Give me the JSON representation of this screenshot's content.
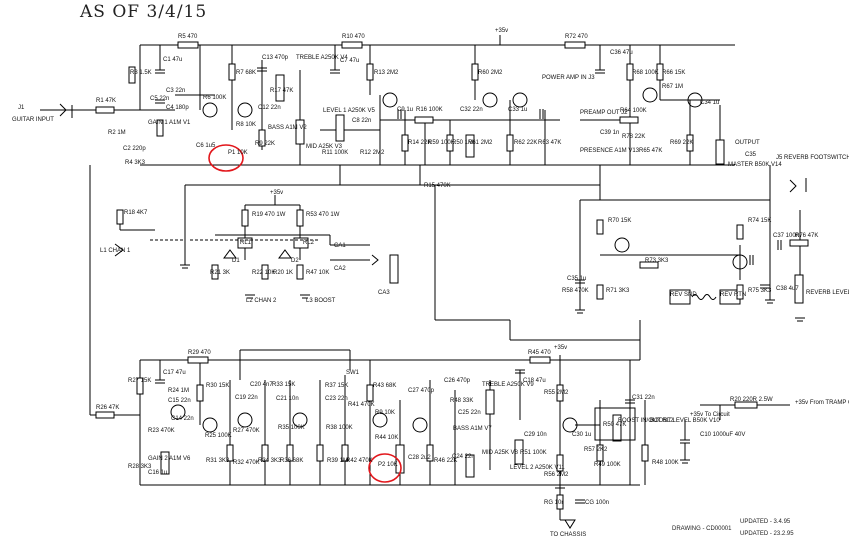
{
  "header": {
    "handwritten": "AS OF 3/4/15"
  },
  "footer": {
    "drawing": "DRAWING - CD00001",
    "updated_1": "UPDATED - 3.4.95",
    "updated_2": "UPDATED - 23.2.95"
  },
  "labels": [
    {
      "id": "j1",
      "text": "J1"
    },
    {
      "id": "guitar-input",
      "text": "GUITAR INPUT"
    },
    {
      "id": "r1",
      "text": "R1 47K"
    },
    {
      "id": "r2",
      "text": "R2 1M"
    },
    {
      "id": "r3",
      "text": "R3 1.5K"
    },
    {
      "id": "c1",
      "text": "C1 47u"
    },
    {
      "id": "c2",
      "text": "C2 220p"
    },
    {
      "id": "c3",
      "text": "C3 22n"
    },
    {
      "id": "c4",
      "text": "C4 180p"
    },
    {
      "id": "c5",
      "text": "C5 22n"
    },
    {
      "id": "r4",
      "text": "R4 3K3"
    },
    {
      "id": "gain1",
      "text": "GAIN 1 A1M V1"
    },
    {
      "id": "r5",
      "text": "R5 470"
    },
    {
      "id": "r6",
      "text": "R6 100K"
    },
    {
      "id": "r7",
      "text": "R7 68K"
    },
    {
      "id": "r8",
      "text": "R8 10K"
    },
    {
      "id": "c6",
      "text": "C6 1u5"
    },
    {
      "id": "p1",
      "text": "P1 10K"
    },
    {
      "id": "c13",
      "text": "C13 470p"
    },
    {
      "id": "r17",
      "text": "R17 47K"
    },
    {
      "id": "c12",
      "text": "C12 22n"
    },
    {
      "id": "treble",
      "text": "TREBLE A250K V4"
    },
    {
      "id": "bass",
      "text": "BASS A1M V2"
    },
    {
      "id": "r9",
      "text": "R9 22K"
    },
    {
      "id": "mid",
      "text": "MID A25K V3"
    },
    {
      "id": "r10",
      "text": "R10 470"
    },
    {
      "id": "c7",
      "text": "C7 47u"
    },
    {
      "id": "r13",
      "text": "R13 2M2"
    },
    {
      "id": "level1",
      "text": "LEVEL 1 A250K V5"
    },
    {
      "id": "c8",
      "text": "C8 22n"
    },
    {
      "id": "r11",
      "text": "R11 100K"
    },
    {
      "id": "r12",
      "text": "R12 2M2"
    },
    {
      "id": "c9",
      "text": "C9 1u"
    },
    {
      "id": "r16",
      "text": "R16 100K"
    },
    {
      "id": "r14",
      "text": "R14 22K"
    },
    {
      "id": "r59",
      "text": "R59 100K"
    },
    {
      "id": "r50",
      "text": "R50 1M"
    },
    {
      "id": "r60",
      "text": "R60 2M2"
    },
    {
      "id": "c32",
      "text": "C32 22n"
    },
    {
      "id": "r61",
      "text": "R61 2M2"
    },
    {
      "id": "v35",
      "text": "+35v"
    },
    {
      "id": "c33",
      "text": "C33 1u"
    },
    {
      "id": "r62",
      "text": "R62 22K"
    },
    {
      "id": "r63",
      "text": "R63 47K"
    },
    {
      "id": "r72",
      "text": "R72 470"
    },
    {
      "id": "c36",
      "text": "C36 47u"
    },
    {
      "id": "power-amp-in",
      "text": "POWER AMP IN J3"
    },
    {
      "id": "preamp-out",
      "text": "PREAMP OUT J2"
    },
    {
      "id": "r68",
      "text": "R68 100K"
    },
    {
      "id": "r64",
      "text": "R64 100K"
    },
    {
      "id": "c39",
      "text": "C39 1n"
    },
    {
      "id": "r78",
      "text": "R78 22K"
    },
    {
      "id": "presence",
      "text": "PRESENCE A1M V13"
    },
    {
      "id": "r65",
      "text": "R65 47K"
    },
    {
      "id": "r66",
      "text": "R66 15K"
    },
    {
      "id": "r67",
      "text": "R67 1M"
    },
    {
      "id": "c34",
      "text": "C34 1u"
    },
    {
      "id": "r69",
      "text": "R69 22K"
    },
    {
      "id": "output",
      "text": "OUTPUT"
    },
    {
      "id": "c35",
      "text": "C35"
    },
    {
      "id": "master",
      "text": "MASTER B50K V14"
    },
    {
      "id": "j5",
      "text": "J5 REVERB FOOTSWITCH"
    },
    {
      "id": "r15",
      "text": "R15 470K"
    },
    {
      "id": "v35-2",
      "text": "+35v"
    },
    {
      "id": "r18",
      "text": "R18 4K7"
    },
    {
      "id": "l1",
      "text": "L1 CHAN 1"
    },
    {
      "id": "r19",
      "text": "R19 470 1W"
    },
    {
      "id": "r53",
      "text": "R53 470 1W"
    },
    {
      "id": "rl1",
      "text": "RL1"
    },
    {
      "id": "rl2",
      "text": "RL2"
    },
    {
      "id": "d1",
      "text": "D1"
    },
    {
      "id": "d2",
      "text": "D2"
    },
    {
      "id": "ca1",
      "text": "CA1"
    },
    {
      "id": "ca2",
      "text": "CA2"
    },
    {
      "id": "ca3",
      "text": "CA3"
    },
    {
      "id": "r21",
      "text": "R21 3K"
    },
    {
      "id": "r22",
      "text": "R22 10K"
    },
    {
      "id": "r20",
      "text": "R20 1K"
    },
    {
      "id": "r47",
      "text": "R47 10K"
    },
    {
      "id": "l2",
      "text": "L2 CHAN 2"
    },
    {
      "id": "l3",
      "text": "L3 BOOST"
    },
    {
      "id": "r70",
      "text": "R70 15K"
    },
    {
      "id": "r74",
      "text": "R74 15K"
    },
    {
      "id": "r73",
      "text": "R73 3K3"
    },
    {
      "id": "c37",
      "text": "C37 100n"
    },
    {
      "id": "r76",
      "text": "R76 47K"
    },
    {
      "id": "r58",
      "text": "R58 470K"
    },
    {
      "id": "c35b",
      "text": "C35 1u"
    },
    {
      "id": "r71",
      "text": "R71 3K3"
    },
    {
      "id": "rev-snd",
      "text": "REV SND"
    },
    {
      "id": "rev-rtn",
      "text": "REV RTN"
    },
    {
      "id": "r75",
      "text": "R75 3K3"
    },
    {
      "id": "c38",
      "text": "C38 4u7"
    },
    {
      "id": "reverb-level",
      "text": "REVERB LEVEL B50K V12"
    },
    {
      "id": "r29",
      "text": "R29 470"
    },
    {
      "id": "r27",
      "text": "R27 15K"
    },
    {
      "id": "c17",
      "text": "C17 47u"
    },
    {
      "id": "r24",
      "text": "R24 1M"
    },
    {
      "id": "r26",
      "text": "R26 47K"
    },
    {
      "id": "c15",
      "text": "C15 22n"
    },
    {
      "id": "r23",
      "text": "R23 470K"
    },
    {
      "id": "c14",
      "text": "C14 22n"
    },
    {
      "id": "gain2",
      "text": "GAIN 2 A1M V6"
    },
    {
      "id": "r28",
      "text": "R28 3K3"
    },
    {
      "id": "c16",
      "text": "C16 1u"
    },
    {
      "id": "r25",
      "text": "R25 100K"
    },
    {
      "id": "r30",
      "text": "R30 15K"
    },
    {
      "id": "r31",
      "text": "R31 3K3"
    },
    {
      "id": "c19",
      "text": "C19 22n"
    },
    {
      "id": "r27b",
      "text": "R27 470K"
    },
    {
      "id": "c20",
      "text": "C20 4n7"
    },
    {
      "id": "r32",
      "text": "R32 470K"
    },
    {
      "id": "r33",
      "text": "R33 15K"
    },
    {
      "id": "c21",
      "text": "C21 10n"
    },
    {
      "id": "r35",
      "text": "R35 100K"
    },
    {
      "id": "r34",
      "text": "R34 3K3"
    },
    {
      "id": "r36",
      "text": "R36 68K"
    },
    {
      "id": "r37",
      "text": "R37 15K"
    },
    {
      "id": "c23",
      "text": "C23 22n"
    },
    {
      "id": "r38",
      "text": "R38 100K"
    },
    {
      "id": "r39",
      "text": "R39 1M"
    },
    {
      "id": "sw1",
      "text": "SW1"
    },
    {
      "id": "r41",
      "text": "R41 470K"
    },
    {
      "id": "r42",
      "text": "R42 470K"
    },
    {
      "id": "r43",
      "text": "R43 68K"
    },
    {
      "id": "r9b",
      "text": "R9 10K"
    },
    {
      "id": "c27",
      "text": "C27 470p"
    },
    {
      "id": "r44",
      "text": "R44 10K"
    },
    {
      "id": "p2",
      "text": "P2 10K"
    },
    {
      "id": "c28",
      "text": "C28 2u2"
    },
    {
      "id": "r46",
      "text": "R46 22K"
    },
    {
      "id": "c26",
      "text": "C26 470p"
    },
    {
      "id": "r48",
      "text": "R48 33K"
    },
    {
      "id": "treble2",
      "text": "TREBLE A250K V9"
    },
    {
      "id": "bass2",
      "text": "BASS A1M V7"
    },
    {
      "id": "c25",
      "text": "C25 22n"
    },
    {
      "id": "c24",
      "text": "C24 22n"
    },
    {
      "id": "mid2",
      "text": "MID A25K V8"
    },
    {
      "id": "r45",
      "text": "R45 470"
    },
    {
      "id": "v35-3",
      "text": "+35v"
    },
    {
      "id": "c18",
      "text": "C18 47u"
    },
    {
      "id": "r55",
      "text": "R55 2M2"
    },
    {
      "id": "c29",
      "text": "C29 10n"
    },
    {
      "id": "r51",
      "text": "R51 100K"
    },
    {
      "id": "level2",
      "text": "LEVEL 2 A250K V11"
    },
    {
      "id": "r56",
      "text": "R56 2M2"
    },
    {
      "id": "c30",
      "text": "C30 1u"
    },
    {
      "id": "r57",
      "text": "R57 2K2"
    },
    {
      "id": "r49",
      "text": "R49 100K"
    },
    {
      "id": "r50b",
      "text": "R50 47K"
    },
    {
      "id": "boost-level",
      "text": "BOOST LEVEL B50K V10"
    },
    {
      "id": "boost-inout",
      "text": "BOOST IN/OUT RL2"
    },
    {
      "id": "c31",
      "text": "C31 22n"
    },
    {
      "id": "r48b",
      "text": "R48 100K"
    },
    {
      "id": "rg",
      "text": "RG 10r"
    },
    {
      "id": "cg",
      "text": "CG 100n"
    },
    {
      "id": "to-chassis",
      "text": "TO CHASSIS"
    },
    {
      "id": "v35-to-circuit",
      "text": "+35v To Circuit"
    },
    {
      "id": "r20-supply",
      "text": "R20 220R 2.5W"
    },
    {
      "id": "c10",
      "text": "C10 1000uF 40V"
    },
    {
      "id": "v35-from",
      "text": "+35v From TRAMP OUTPUT PL8"
    }
  ]
}
